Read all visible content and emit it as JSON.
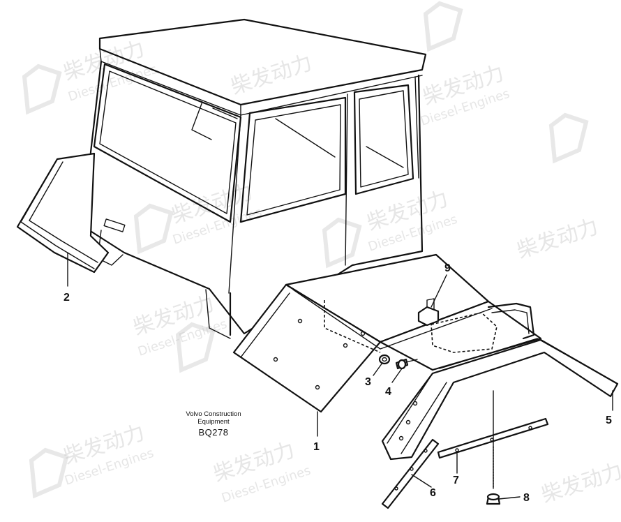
{
  "caption": {
    "line1": "Volvo Construction",
    "line2": "Equipment"
  },
  "drawing_code": "BQ278",
  "callouts": [
    "1",
    "2",
    "3",
    "4",
    "5",
    "6",
    "7",
    "8",
    "9"
  ],
  "watermark": {
    "brand": "柴发动力",
    "sub": "Diesel-Engines"
  }
}
